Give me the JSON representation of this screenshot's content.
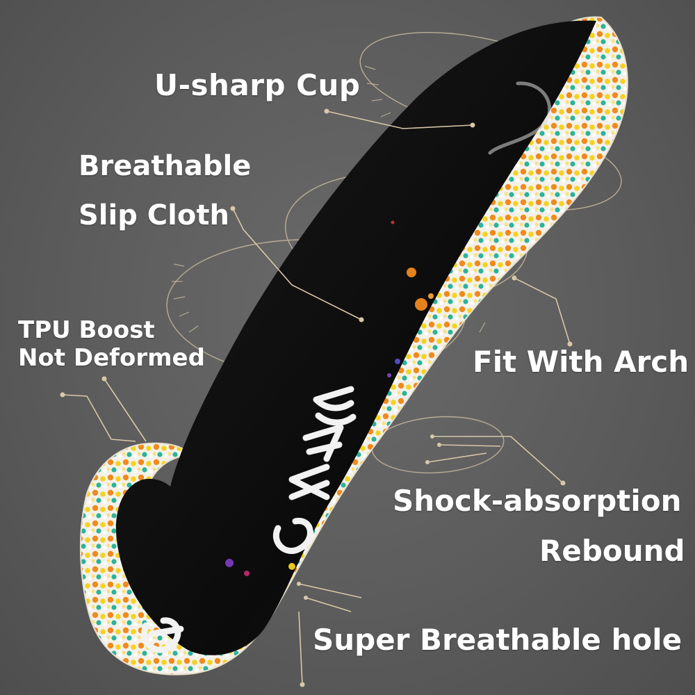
{
  "labels": {
    "cup": "U-sharp Cup",
    "breathable_line1": "Breathable",
    "breathable_line2": "Slip Cloth",
    "tpu_line1": "TPU Boost",
    "tpu_line2": "Not Deformed",
    "arch": "Fit With Arch",
    "shock": "Shock-absorption",
    "rebound": "Rebound",
    "hole": "Super Breathable hole"
  },
  "colors": {
    "background": "#5c5c5c",
    "fabric": "#0d0d0d",
    "foam": "#f3efe6",
    "bead_orange": "#f08a1c",
    "bead_yellow": "#f5d21e",
    "bead_teal": "#2bb39a",
    "callout_line": "#d8c8a8"
  }
}
